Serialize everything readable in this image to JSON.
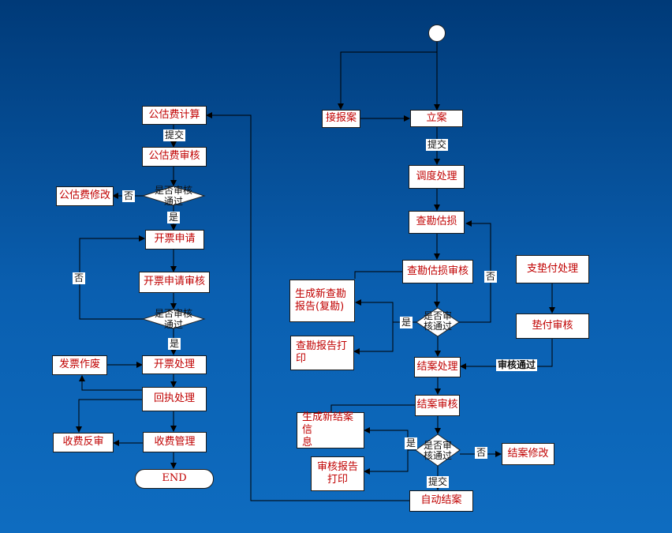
{
  "nodes": {
    "gongguf_calc": "公估费计算",
    "gongguf_review": "公估费审核",
    "gongguf_modify": "公估费修改",
    "d1": "是否审核\n通过",
    "invoice_apply": "开票申请",
    "invoice_apply_review": "开票申请审核",
    "d2": "是否审核\n通过",
    "invoice_void": "发票作废",
    "invoice_process": "开票处理",
    "receipt_process": "回执处理",
    "fee_reverse": "收费反审",
    "fee_manage": "收费管理",
    "end": "END",
    "report_receive": "接报案",
    "register": "立案",
    "dispatch": "调度处理",
    "survey": "查勘估损",
    "survey_review": "查勘估损审核",
    "gen_survey_report": "生成新查勘\n报告(复勘)",
    "d3": "是否审\n核通过",
    "print_survey_report": "查勘报告打\n印",
    "advance_process": "支垫付处理",
    "advance_review": "垫付审核",
    "settle_process": "结案处理",
    "settle_review": "结案审核",
    "gen_settle_info": "生成新结案信\n息",
    "d4": "是否审\n核通过",
    "settle_modify": "结案修改",
    "review_report_print": "审核报告\n打印",
    "auto_settle": "自动结案"
  },
  "labels": {
    "submit1": "提交",
    "no1": "否",
    "yes1": "是",
    "no2": "否",
    "yes2": "是",
    "submit2": "提交",
    "no3": "否",
    "yes3": "是",
    "audit_pass": "审核通过",
    "yes4": "是",
    "no4": "否",
    "submit3": "提交"
  }
}
